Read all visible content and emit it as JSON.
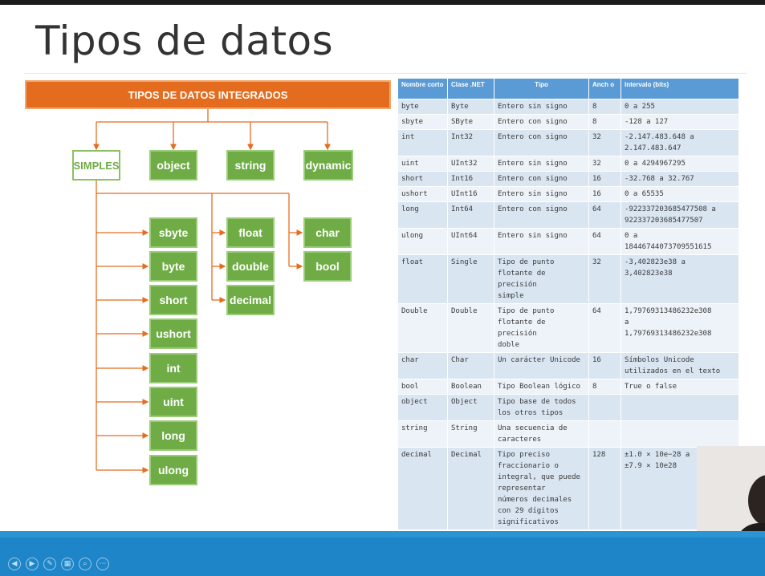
{
  "slide": {
    "title": "Tipos de datos"
  },
  "diagram": {
    "header": "TIPOS DE DATOS INTEGRADOS",
    "root_types": [
      "SIMPLES",
      "object",
      "string",
      "dynamic"
    ],
    "integer_types": [
      "sbyte",
      "byte",
      "short",
      "ushort",
      "int",
      "uint",
      "long",
      "ulong"
    ],
    "float_types": [
      "float",
      "double",
      "decimal"
    ],
    "other_types": [
      "char",
      "bool"
    ]
  },
  "table": {
    "headers": [
      "Nombre corto",
      "Clase .NET",
      "Tipo",
      "Anch o",
      "Intervalo (bits)"
    ],
    "rows": [
      [
        "byte",
        "Byte",
        "Entero sin signo",
        "8",
        "0 a 255"
      ],
      [
        "sbyte",
        "SByte",
        "Entero con signo",
        "8",
        "-128 a 127"
      ],
      [
        "int",
        "Int32",
        "Entero con signo",
        "32",
        "-2.147.483.648 a\n2.147.483.647"
      ],
      [
        "uint",
        "UInt32",
        "Entero sin signo",
        "32",
        "0 a 4294967295"
      ],
      [
        "short",
        "Int16",
        "Entero con signo",
        "16",
        "-32.768 a 32.767"
      ],
      [
        "ushort",
        "UInt16",
        "Entero sin signo",
        "16",
        "0 a 65535"
      ],
      [
        "long",
        "Int64",
        "Entero con signo",
        "64",
        "-922337203685477508 a\n922337203685477507"
      ],
      [
        "ulong",
        "UInt64",
        "Entero sin signo",
        "64",
        "0 a\n18446744073709551615"
      ],
      [
        "float",
        "Single",
        "Tipo de punto\nflotante de precisión\nsimple",
        "32",
        "-3,402823e38 a\n3,402823e38"
      ],
      [
        "Double",
        "Double",
        "Tipo de punto\nflotante de precisión\ndoble",
        "64",
        "1,79769313486232e308\na\n1,79769313486232e308"
      ],
      [
        "char",
        "Char",
        "Un carácter Unicode",
        "16",
        "Símbolos Unicode\nutilizados en el texto"
      ],
      [
        "bool",
        "Boolean",
        "Tipo Boolean lógico",
        "8",
        "True o false"
      ],
      [
        "object",
        "Object",
        "Tipo base de todos\nlos otros tipos",
        "",
        ""
      ],
      [
        "string",
        "String",
        "Una secuencia de\ncaracteres",
        "",
        ""
      ],
      [
        "decimal",
        "Decimal",
        "Tipo preciso\nfraccionario o\nintegral, que puede\nrepresentar\nnúmeros decimales\ncon 29 dígitos\nsignificativos",
        "128",
        "±1.0 × 10e−28 a\n±7.9 × 10e28"
      ]
    ]
  },
  "presenter_controls": [
    "prev-icon",
    "next-icon",
    "pen-icon",
    "slides-icon",
    "zoom-icon",
    "more-icon"
  ],
  "colors": {
    "orange": "#e46c1e",
    "green": "#6fac46",
    "table_header": "#5b9bd5",
    "bar_blue": "#1e86c8"
  }
}
